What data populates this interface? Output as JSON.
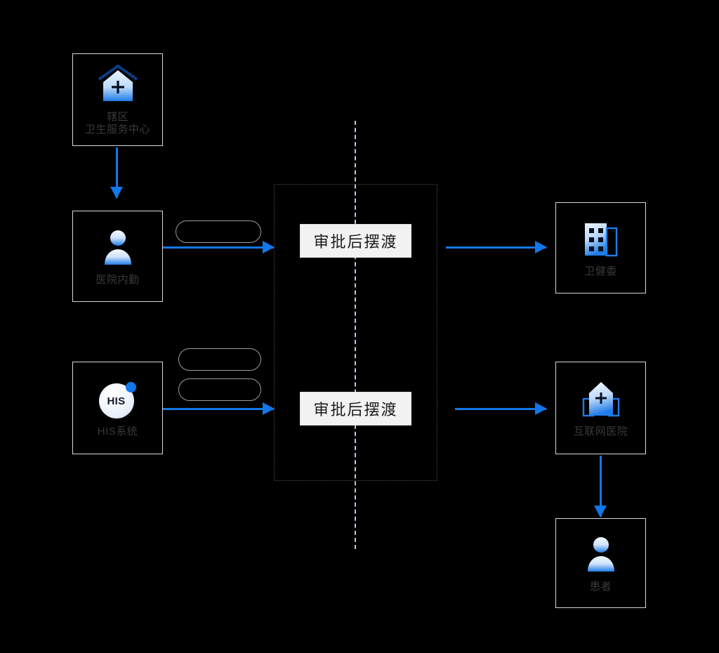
{
  "diagram": {
    "title_text": "",
    "background_color": "#000000",
    "accent_color": "#1277e8",
    "node_border_color": "#d8d8d8",
    "node_label_color": "#3a3a3a",
    "boundary_border_color": "#4a4a4a",
    "divider_color": "#b9c4e8",
    "process_box_bg": "#f2f2f2",
    "process_box_text_color": "#1c1c1c",
    "pill_border_color": "#9c9c9c"
  },
  "nodes": [
    {
      "id": "community-health-center",
      "label": "辖区\n卫生服务中心",
      "icon": "hospital-house-cross-icon"
    },
    {
      "id": "hospital-staff",
      "label": "医院内勤",
      "icon": "person-icon"
    },
    {
      "id": "his-system",
      "label": "HIS系统",
      "icon": "his-badge-icon",
      "badge_text": "HIS"
    },
    {
      "id": "health-commission",
      "label": "卫健委",
      "icon": "government-building-icon"
    },
    {
      "id": "internet-hospital",
      "label": "互联网医院",
      "icon": "hospital-building-cross-icon"
    },
    {
      "id": "patient",
      "label": "患者",
      "icon": "person-icon"
    }
  ],
  "process_boxes": [
    {
      "id": "ferry-upper",
      "label": "审批后摆渡"
    },
    {
      "id": "ferry-lower",
      "label": "审批后摆渡"
    }
  ],
  "pills": [
    {
      "id": "pill-upper-1",
      "label": ""
    },
    {
      "id": "pill-lower-1",
      "label": ""
    },
    {
      "id": "pill-lower-2",
      "label": ""
    }
  ],
  "arrows": [
    {
      "id": "arrow-center-to-staff",
      "direction": "down",
      "label": ""
    },
    {
      "id": "arrow-staff-to-ferry-upper",
      "direction": "right",
      "label": ""
    },
    {
      "id": "arrow-his-to-ferry-lower",
      "direction": "right",
      "label": ""
    },
    {
      "id": "arrow-ferry-upper-to-commission",
      "direction": "right",
      "label": ""
    },
    {
      "id": "arrow-ferry-lower-to-internet-hospital",
      "direction": "right",
      "label": ""
    },
    {
      "id": "arrow-internet-hospital-to-patient",
      "direction": "down",
      "label": ""
    }
  ],
  "boundary": {
    "id": "approval-zone",
    "label": ""
  }
}
